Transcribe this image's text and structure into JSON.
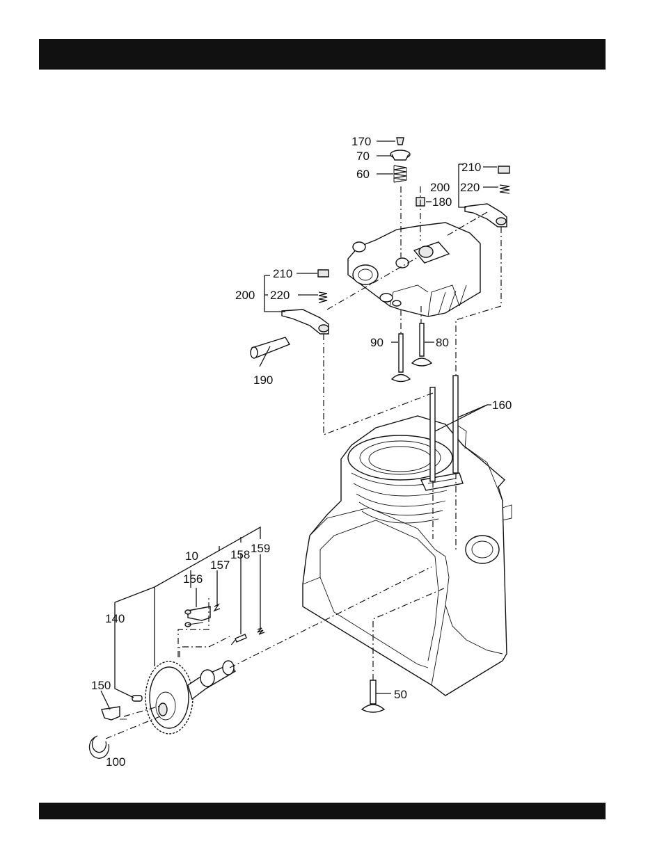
{
  "header": {
    "title": ""
  },
  "footer": {
    "text": ""
  },
  "diagram": {
    "callouts": {
      "p170": "170",
      "p70": "70",
      "p60": "60",
      "p180": "180",
      "p210_right": "210",
      "p200_right": "200",
      "p220_right": "220",
      "p210_left": "210",
      "p200_left": "200",
      "p220_left": "220",
      "p190": "190",
      "p90": "90",
      "p80": "80",
      "p160": "160",
      "p10": "10",
      "p156": "156",
      "p157": "157",
      "p158": "158",
      "p159": "159",
      "p140": "140",
      "p150": "150",
      "p100": "100",
      "p50": "50"
    }
  }
}
